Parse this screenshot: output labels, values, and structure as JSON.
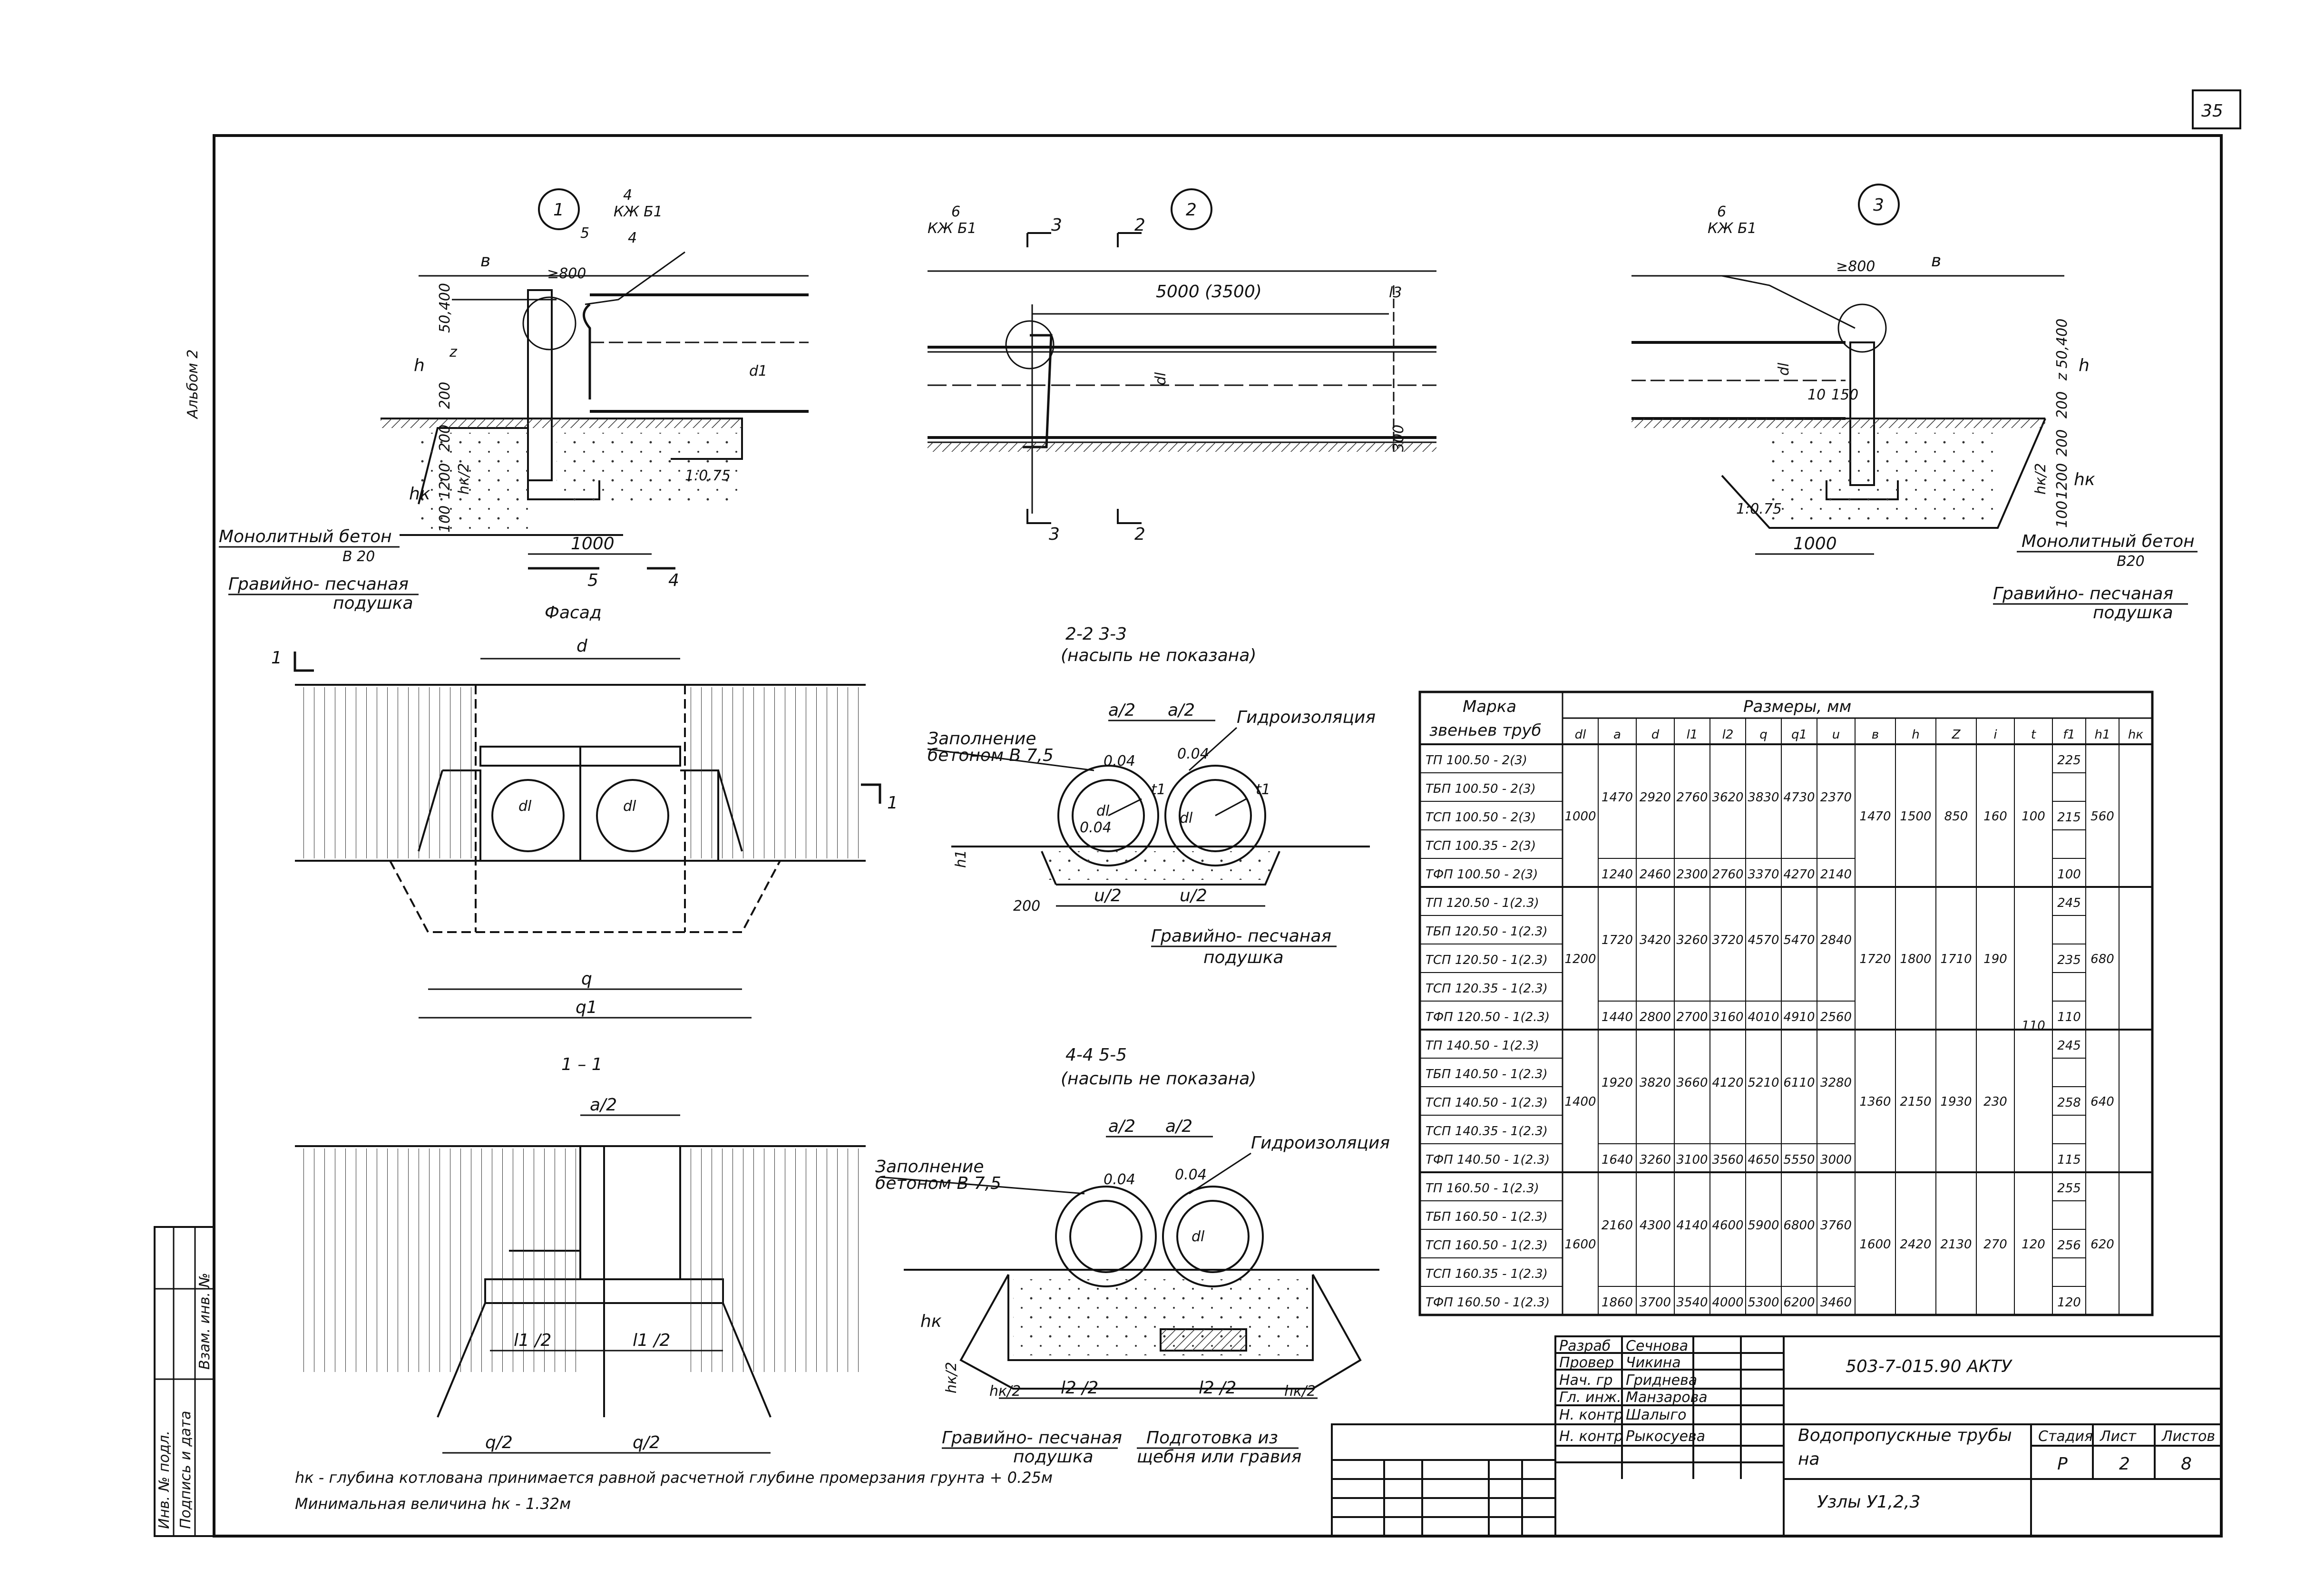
{
  "page": {
    "sheet_no": "35",
    "album_label": "Альбом 2"
  },
  "node_titles": [
    "1",
    "2",
    "3"
  ],
  "node1": {
    "item_no": "4",
    "item_ref": "КЖ Б1",
    "item4": "4",
    "item5": "5",
    "dim_b": "в",
    "dim_800": "≥800",
    "dim_1000": "1000",
    "h": "h",
    "hk": "hк",
    "z": "z",
    "dim_50_400": "50,400",
    "dim_200_1": "200",
    "dim_200_2": "200",
    "dim_1200": "1200",
    "dim_100": "100",
    "hk2": "hк/2",
    "slope": "1:0.75",
    "d1": "d1",
    "sec5": "5",
    "sec4": "4"
  },
  "node2": {
    "item_no": "6",
    "item_ref": "КЖ Б1",
    "sec3": "3",
    "sec2": "2",
    "len": "5000 (3500)",
    "dl": "dl",
    "dim_300": "300",
    "l3": "l3"
  },
  "node3": {
    "item_no": "6",
    "item_ref": "КЖ Б1",
    "dim_800": "≥800",
    "dim_b": "в",
    "dim_1000": "1000",
    "h": "h",
    "hk": "hк",
    "dl": "dl",
    "dim_10": "10",
    "dim_150": "150",
    "z_label": "z 50,400",
    "dim_200_1": "200",
    "dim_200_2": "200",
    "dim_1200": "1200",
    "dim_100": "100",
    "hk2": "hк/2",
    "slope": "1:0.75"
  },
  "callouts": {
    "monolithic1": "Монолитный бетон",
    "monolithic1_b": "В 20",
    "gravel1": "Гравийно- песчаная",
    "gravel1_b": "подушка",
    "monolithic3": "Монолитный бетон",
    "monolithic3_b": "В20",
    "gravel3": "Гравийно- песчаная",
    "gravel3_b": "подушка"
  },
  "facade": {
    "title": "Фасад",
    "d": "d",
    "dl1": "dl",
    "dl2": "dl",
    "q": "q",
    "q1": "q1",
    "m1": "1",
    "m1b": "1"
  },
  "sec11": {
    "title": "1 – 1",
    "a2": "a/2",
    "l1a": "l1 /2",
    "l1b": "l1 /2",
    "q2a": "q/2",
    "q2b": "q/2"
  },
  "sec22": {
    "title": "2-2     3-3",
    "subtitle": "(насыпь не показана)",
    "fill": "Заполнение",
    "fill_b": "бетоном В 7,5",
    "hydro": "Гидроизоляция",
    "a2a": "a/2",
    "a2b": "a/2",
    "d004a": "0.04",
    "d004b": "0.04",
    "u2a": "u/2",
    "u2b": "u/2",
    "h1": "h1",
    "d200": "200",
    "dl1": "dl",
    "dl2": "dl",
    "t1": "t1",
    "t2": "t1",
    "r1": "0.04",
    "gravel": "Гравийно- песчаная",
    "gravel_b": "подушка"
  },
  "sec44": {
    "title": "4-4     5-5",
    "subtitle": "(насыпь не показана)",
    "fill": "Заполнение",
    "fill_b": "бетоном В 7,5",
    "hydro": "Гидроизоляция",
    "a2a": "a/2",
    "a2b": "a/2",
    "d004a": "0.04",
    "d004b": "0.04",
    "hk": "hк",
    "hk2": "hк/2",
    "hk2l": "hк/2",
    "hk2r": "hк/2",
    "l2a": "l2 /2",
    "l2b": "l2 /2",
    "dl": "dl",
    "gravel": "Гравийно- песчаная",
    "gravel_b": "подушка",
    "prep": "Подготовка из",
    "prep_b": "щебня или гравия"
  },
  "notes": {
    "line1": "hк - глубина котлована принимается равной расчетной глубине промерзания грунта + 0.25м",
    "line2": "Минимальная величина hк - 1.32м"
  },
  "table": {
    "head_mark": "Марка",
    "head_mark_b": "звеньев труб",
    "head_sizes": "Размеры, мм",
    "columns": [
      "dl",
      "a",
      "d",
      "l1",
      "l2",
      "q",
      "q1",
      "u",
      "в",
      "h",
      "Z",
      "i",
      "t",
      "f1",
      "h1",
      "hк"
    ],
    "marks": [
      "ТП 100.50 - 2(3)",
      "ТБП 100.50 - 2(3)",
      "ТСП 100.50 - 2(3)",
      "ТСП 100.35 - 2(3)",
      "ТФП 100.50 - 2(3)",
      "ТП 120.50 - 1(2.3)",
      "ТБП 120.50 - 1(2.3)",
      "ТСП 120.50 - 1(2.3)",
      "ТСП 120.35 - 1(2.3)",
      "ТФП 120.50 - 1(2.3)",
      "ТП 140.50 - 1(2.3)",
      "ТБП 140.50 - 1(2.3)",
      "ТСП 140.50 - 1(2.3)",
      "ТСП 140.35 - 1(2.3)",
      "ТФП 140.50 - 1(2.3)",
      "ТП 160.50 - 1(2.3)",
      "ТБП 160.50 - 1(2.3)",
      "ТСП 160.50 - 1(2.3)",
      "ТСП 160.35 - 1(2.3)",
      "ТФП 160.50 - 1(2.3)"
    ],
    "groups": [
      {
        "dl": "1000",
        "main": [
          "1470",
          "2920",
          "2760",
          "3620",
          "3830",
          "4730",
          "2370"
        ],
        "alt": [
          "1240",
          "2460",
          "2300",
          "2760",
          "3370",
          "4270",
          "2140"
        ],
        "b": "1470",
        "h": "1500",
        "z": "850",
        "i": "160",
        "t": "100",
        "f1": [
          "225",
          "",
          "215",
          "",
          "100"
        ],
        "h1": "560"
      },
      {
        "dl": "1200",
        "main": [
          "1720",
          "3420",
          "3260",
          "3720",
          "4570",
          "5470",
          "2840"
        ],
        "alt": [
          "1440",
          "2800",
          "2700",
          "3160",
          "4010",
          "4910",
          "2560"
        ],
        "b": "1720",
        "h": "1800",
        "z": "1710",
        "i": "190",
        "t": "",
        "f1": [
          "245",
          "",
          "235",
          "",
          "110"
        ],
        "h1": "680"
      },
      {
        "dl": "1400",
        "main": [
          "1920",
          "3820",
          "3660",
          "4120",
          "5210",
          "6110",
          "3280"
        ],
        "alt": [
          "1640",
          "3260",
          "3100",
          "3560",
          "4650",
          "5550",
          "3000"
        ],
        "b": "1360",
        "h": "2150",
        "z": "1930",
        "i": "230",
        "t": "",
        "f1": [
          "245",
          "",
          "258",
          "",
          "115"
        ],
        "h1": "640"
      },
      {
        "dl": "1600",
        "main": [
          "2160",
          "4300",
          "4140",
          "4600",
          "5900",
          "6800",
          "3760"
        ],
        "alt": [
          "1860",
          "3700",
          "3540",
          "4000",
          "5300",
          "6200",
          "3460"
        ],
        "b": "1600",
        "h": "2420",
        "z": "2130",
        "i": "270",
        "t": "120",
        "f1": [
          "255",
          "",
          "256",
          "",
          "120"
        ],
        "h1": "620"
      }
    ],
    "t_mid": "110"
  },
  "stamp": {
    "code": "503-7-015.90 АКТУ",
    "title": "Водопропускные трубы",
    "title_b": "на",
    "sheet_name": "Узлы У1,2,3",
    "roles": [
      "Разраб",
      "Провер",
      "Нач. гр",
      "Гл. инж.",
      "Н. контр",
      "Н. контр"
    ],
    "names": [
      "Сечнова",
      "Чикина",
      "Гриднева",
      "Манзарова",
      "Шалыго",
      "Рыкосуева"
    ],
    "stage_h": "Стадия",
    "sheet_h": "Лист",
    "sheets_h": "Листов",
    "stage": "Р",
    "sheet": "2",
    "sheets": "8",
    "side1": "Инв. № подл.",
    "side2": "Подпись и дата",
    "side3": "Взам. инв. №"
  }
}
